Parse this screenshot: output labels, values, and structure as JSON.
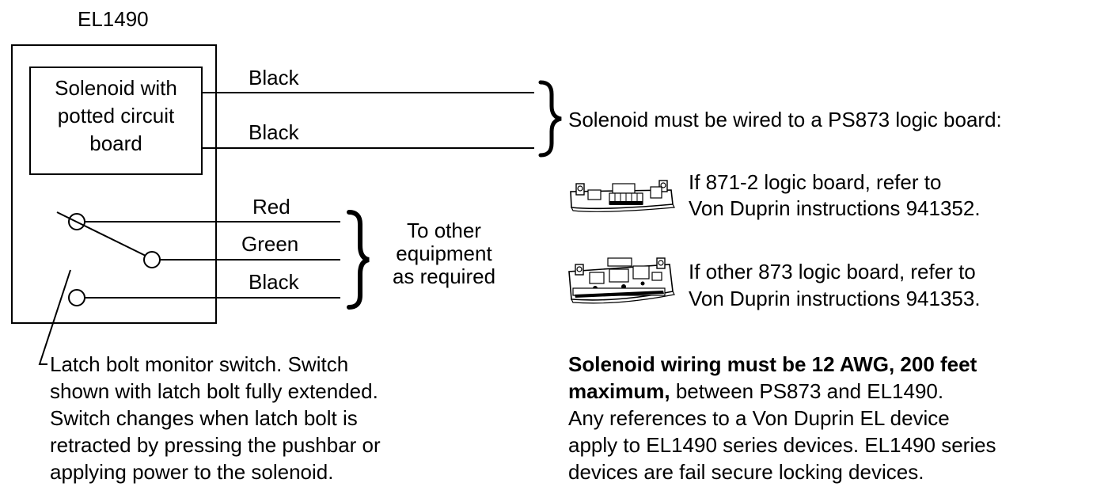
{
  "device_label": "EL1490",
  "solenoid_box": {
    "lines": [
      "Solenoid with",
      "potted circuit",
      "board"
    ]
  },
  "solenoid_wires": [
    "Black",
    "Black"
  ],
  "switch_wires": [
    "Red",
    "Green",
    "Black"
  ],
  "switch_note": [
    "To other",
    "equipment",
    "as required"
  ],
  "ps873_heading": "Solenoid must be wired to a PS873 logic board:",
  "boards": [
    {
      "line1": "If 871-2 logic board, refer to",
      "line2": "Von Duprin instructions 941352."
    },
    {
      "line1": "If other 873 logic board, refer to",
      "line2": "Von Duprin instructions 941353."
    }
  ],
  "switch_caption": [
    "Latch bolt monitor switch. Switch",
    "shown with latch bolt fully extended.",
    "Switch changes when latch bolt is",
    "retracted by pressing the pushbar or",
    "applying power to the solenoid."
  ],
  "wiring_note": {
    "bold_1": "Solenoid wiring must be 12 AWG, 200 feet",
    "bold_2": "maximum,",
    "rest_2": " between PS873 and EL1490.",
    "line_3": "Any references to a Von Duprin EL device",
    "line_4": "apply to EL1490 series devices. EL1490 series",
    "line_5": "devices are fail secure locking devices."
  }
}
